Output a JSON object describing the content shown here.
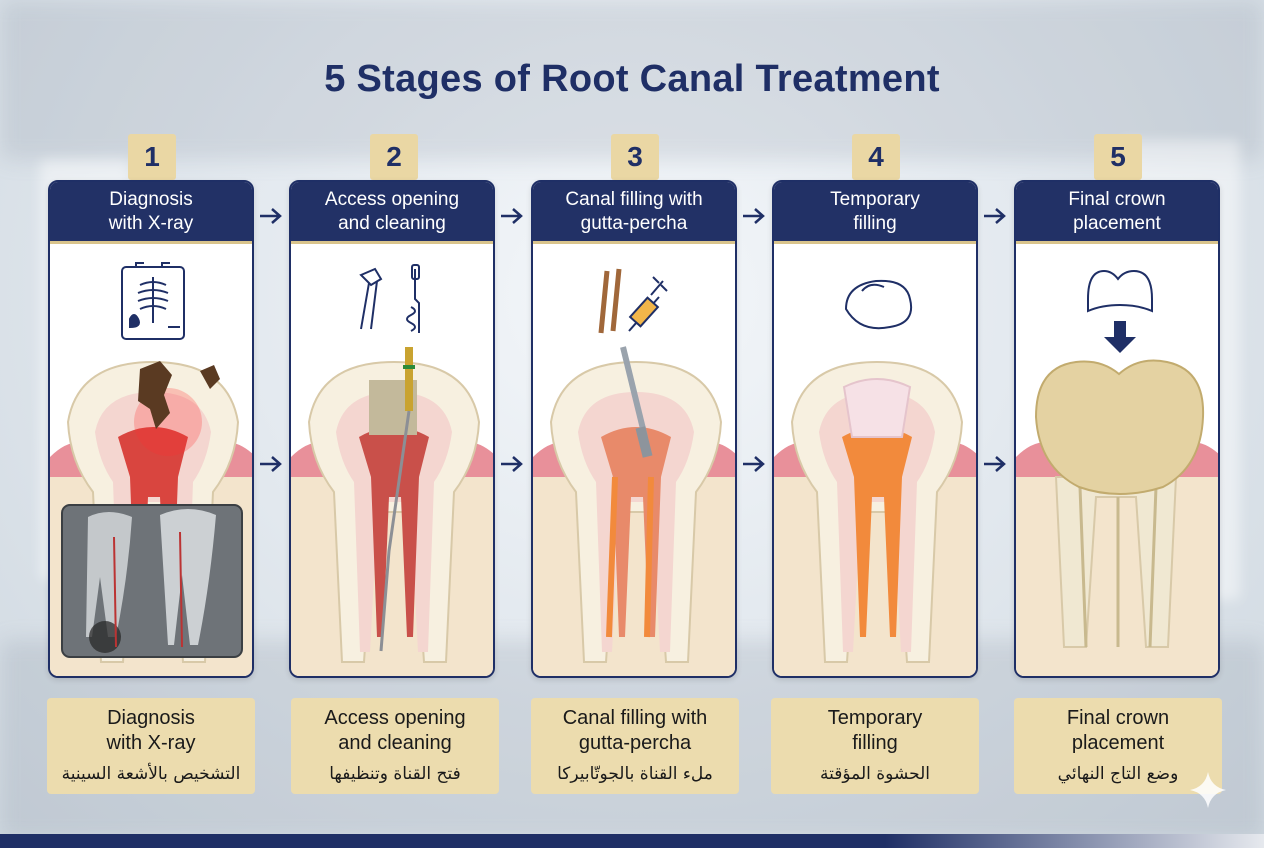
{
  "title": "5 Stages of Root Canal Treatment",
  "stages": [
    {
      "number": "1",
      "header": "Diagnosis\nwith X-ray",
      "label_en": "Diagnosis\nwith X-ray",
      "label_ar": "التشخيص بالأشعة السينية",
      "icon": "x-ray-icon"
    },
    {
      "number": "2",
      "header": "Access opening\nand cleaning",
      "label_en": "Access opening\nand cleaning",
      "label_ar": "فتح القناة وتنظيفها",
      "icon": "dental-drill-file-icon"
    },
    {
      "number": "3",
      "header": "Canal filling with\ngutta-percha",
      "label_en": "Canal filling with\ngutta-percha",
      "label_ar": "ملء القناة بالجوتّابيركا",
      "icon": "gutta-percha-syringe-icon"
    },
    {
      "number": "4",
      "header": "Temporary\nfilling",
      "label_en": "Temporary\nfilling",
      "label_ar": "الحشوة المؤقتة",
      "icon": "temporary-filling-icon"
    },
    {
      "number": "5",
      "header": "Final crown\nplacement",
      "label_en": "Final crown\nplacement",
      "label_ar": "وضع التاج النهائي",
      "icon": "crown-icon"
    }
  ],
  "colors": {
    "navy": "#223166",
    "gold": "#ecdcae",
    "gum": "#e8909a",
    "pulp_inflamed": "#d9453f",
    "gutta_percha": "#f28a3c",
    "bone": "#f3e4cc"
  }
}
